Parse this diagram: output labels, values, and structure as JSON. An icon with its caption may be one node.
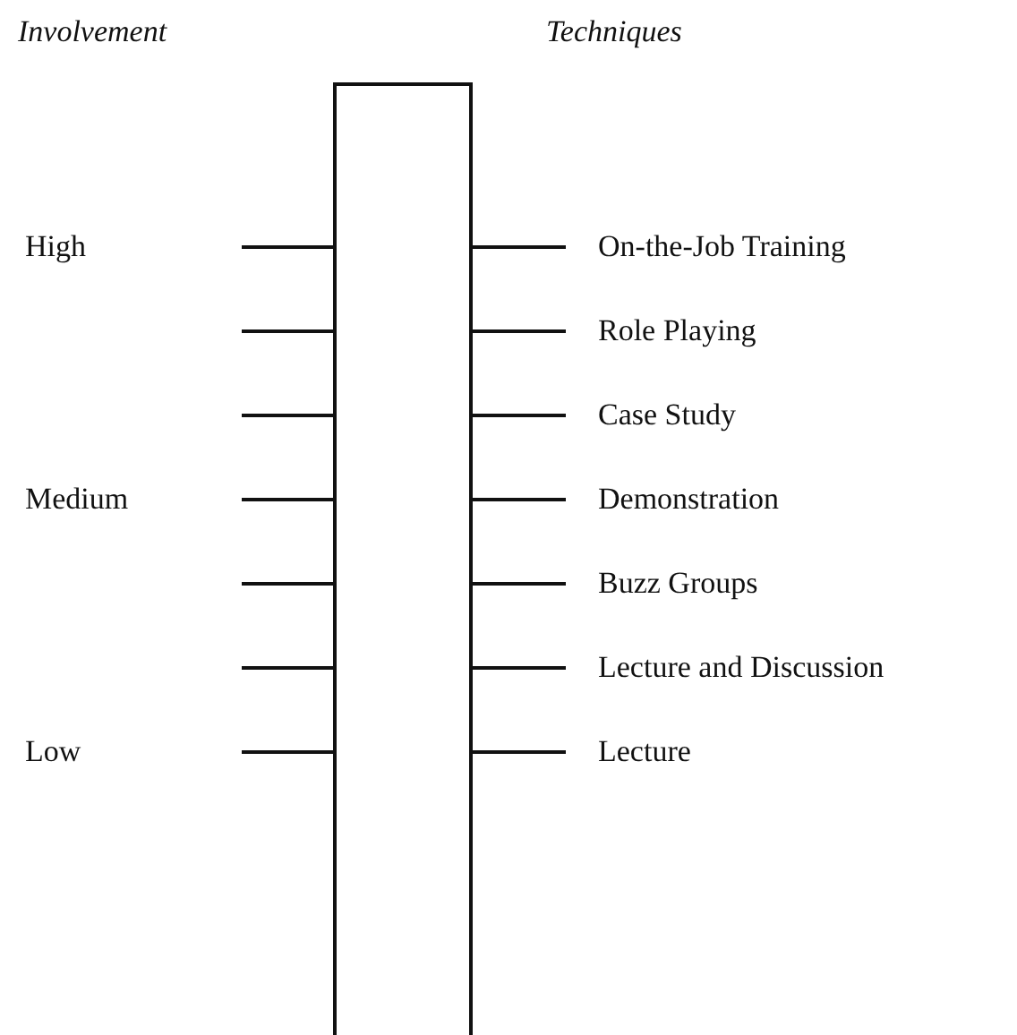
{
  "diagram": {
    "labels": [
      "Involvement",
      "Techniques",
      "High",
      "On-the-Job Training",
      "Role Playing",
      "Case Study",
      "Medium",
      "Demonstration",
      "Buzz Groups",
      "Lecture and Discussion",
      "Low",
      "Lecture"
    ]
  }
}
